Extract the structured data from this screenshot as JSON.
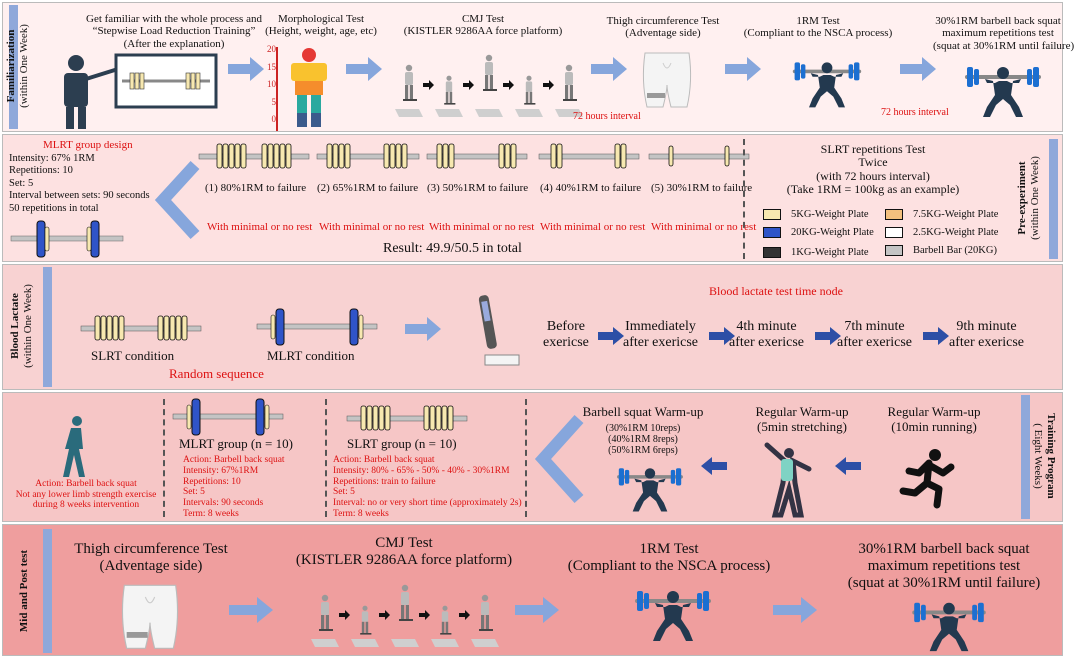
{
  "colors": {
    "familiarization_bg": "#fff0f0",
    "preexp_bg": "#fde1e1",
    "lactate_bg": "#f8d2d2",
    "training_bg": "#f6c6c6",
    "midpost_bg": "#ef9e9e",
    "bar_blue": "#8fa8da",
    "arrow_light": "#86a6dc",
    "arrow_dark": "#2d4fa6",
    "accent_red": "#dd1111",
    "plate_5kg": "#f7e8b0",
    "plate_20kg": "#2f54c8",
    "plate_1kg": "#333333",
    "plate_7_5kg": "#f3c07e",
    "plate_2_5kg": "#ffffff",
    "barbell_bar": "#c4c4c4"
  },
  "familiarization": {
    "label": "Familiarization",
    "sublabel": "(within One Week)",
    "step1": {
      "line1": "Get familiar with the whole process and",
      "line2": "“Stepwise Load Reduction Training”",
      "line3": "(After the explanation)"
    },
    "morph": {
      "title": "Morphological Test",
      "sub": "(Height, weight, age, etc)",
      "scale": [
        "20",
        "15",
        "10",
        "5",
        "0"
      ]
    },
    "cmj": {
      "title": "CMJ Test",
      "sub": "(KISTLER 9286AA force platform)"
    },
    "thigh": {
      "title": "Thigh circumference Test",
      "sub": "(Adventage side)"
    },
    "rm": {
      "title": "1RM Test",
      "sub": "(Compliant to the NSCA process)"
    },
    "rep": {
      "title": "30%1RM barbell back squat",
      "sub1": "maximum repetitions test",
      "sub2": "(squat at 30%1RM until failure)"
    },
    "interval1": "72 hours interval",
    "interval2": "72 hours interval"
  },
  "preexp": {
    "label": "Pre-experiment",
    "sublabel": "(within One Week)",
    "mlrt_title": "MLRT group design",
    "mlrt_lines": [
      "Intensity: 67% 1RM",
      "Repetitions: 10",
      "Set: 5",
      "Interval between sets: 90 seconds",
      "50 repetitions in total"
    ],
    "loads": [
      "(1) 80%1RM to failure",
      "(2) 65%1RM to failure",
      "(3) 50%1RM to failure",
      "(4) 40%1RM to failure",
      "(5) 30%1RM to failure"
    ],
    "rest": "With minimal or no rest",
    "result": "Result:  49.9/50.5 in total",
    "slrt_title": "SLRT repetitions Test",
    "slrt_twice": "Twice",
    "slrt_interval": "(with 72 hours interval)",
    "slrt_example": "(Take 1RM = 100kg as an example)",
    "legend": [
      "5KG-Weight Plate",
      "7.5KG-Weight Plate",
      "20KG-Weight Plate",
      "2.5KG-Weight Plate",
      "1KG-Weight Plate",
      "Barbell Bar (20KG)"
    ]
  },
  "lactate": {
    "label": "Blood Lactate",
    "sublabel": "(within One Week)",
    "slrt": "SLRT condition",
    "mlrt": "MLRT condition",
    "random": "Random sequence",
    "node_title": "Blood lactate test time node",
    "nodes": [
      [
        "Before",
        "exericse"
      ],
      [
        "Immediately",
        "after exericse"
      ],
      [
        "4th minute",
        "after exericse"
      ],
      [
        "7th minute",
        "after exericse"
      ],
      [
        "9th minute",
        "after exericse"
      ]
    ]
  },
  "training": {
    "label": "Training Program",
    "sublabel": "( Eight Weeks)",
    "control": [
      "Action: Barbell back squat",
      "Not any lower limb strength exercise",
      "during 8 weeks intervention"
    ],
    "mlrt_title": "MLRT group (n = 10)",
    "mlrt_lines": [
      "Action: Barbell back squat",
      "Intensity: 67%1RM",
      "Repetitions: 10",
      "Set: 5",
      "Intervals: 90 seconds",
      "Term: 8 weeks"
    ],
    "slrt_title": "SLRT group (n = 10)",
    "slrt_lines": [
      "Action: Barbell back squat",
      "Intensity: 80% - 65% - 50% - 40% - 30%1RM",
      "Repetitions: train to failure",
      "Set: 5",
      "Interval: no or very short time (approximately 2s)",
      "Term: 8 weeks"
    ],
    "squat_title": "Barbell squat Warm-up",
    "squat_lines": [
      "(30%1RM 10reps)",
      "(40%1RM 8reps)",
      "(50%1RM 6reps)"
    ],
    "stretch_title": "Regular Warm-up",
    "stretch_sub": "(5min stretching)",
    "run_title": "Regular Warm-up",
    "run_sub": "(10min running)"
  },
  "midpost": {
    "label": "Mid and Post test",
    "thigh": {
      "title": "Thigh circumference Test",
      "sub": "(Adventage side)"
    },
    "cmj": {
      "title": "CMJ Test",
      "sub": "(KISTLER 9286AA force platform)"
    },
    "rm": {
      "title": "1RM Test",
      "sub": "(Compliant to the NSCA process)"
    },
    "rep": {
      "title": "30%1RM barbell back squat",
      "sub1": "maximum repetitions test",
      "sub2": "(squat at 30%1RM until failure)"
    }
  }
}
